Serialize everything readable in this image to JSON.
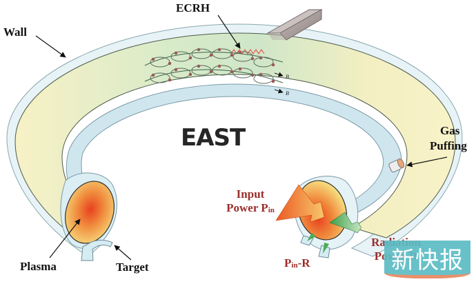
{
  "title": "EAST",
  "labels": {
    "ecrh": "ECRH",
    "wall": "Wall",
    "gas_puffing_line1": "Gas",
    "gas_puffing_line2": "Puffing",
    "plasma": "Plasma",
    "target": "Target",
    "input_power_line1": "Input",
    "input_power_line2_main": "Power P",
    "input_power_sub": "in",
    "radiation_power_line1": "Radiation",
    "radiation_power_line2": "Power R",
    "pin_r_main": "P",
    "pin_r_sub": "in",
    "pin_r_tail": "-R",
    "field_symbol": "B",
    "electron_symbol": "e"
  },
  "watermark": {
    "text": "新快报"
  },
  "colors": {
    "label_red": "#9b2d2b",
    "label_black": "#111111",
    "wall_blue": "#d6ecf3",
    "torus_yellow": "#f7f0c2",
    "torus_green": "#cfe6c8",
    "plasma_core": "#ea4b22",
    "plasma_edge": "#f6dc7e",
    "radiation_arrow": "#4caa55",
    "input_arrow": "#ee6d2c",
    "waveguide": "#9e9493",
    "watermark_bg": "#5cbcc4",
    "watermark_stripe": "#e9875f"
  }
}
